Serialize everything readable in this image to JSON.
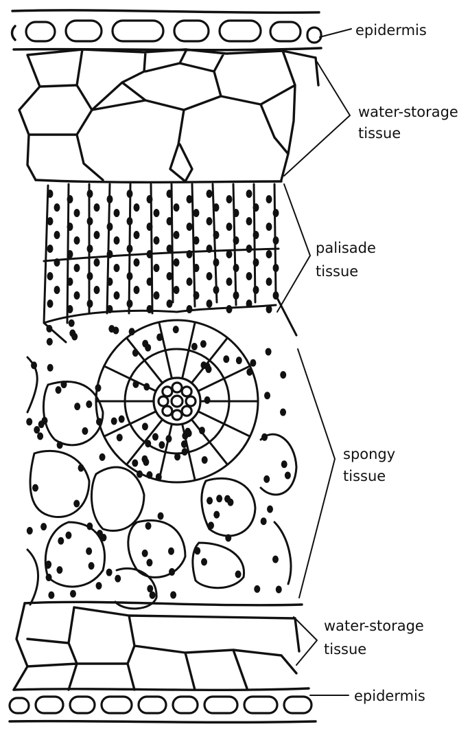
{
  "labels": {
    "epidermis_top": "epidermis",
    "water_storage_top_line1": "water-storage",
    "water_storage_top_line2": "tissue",
    "palisade_line1": "palisade",
    "palisade_line2": "tissue",
    "spongy_line1": "spongy",
    "spongy_line2": "tissue",
    "water_storage_bottom_line1": "water-storage",
    "water_storage_bottom_line2": "tissue",
    "epidermis_bottom": "epidermis"
  },
  "colors": {
    "ink": "#111111",
    "paper": "#ffffff"
  }
}
